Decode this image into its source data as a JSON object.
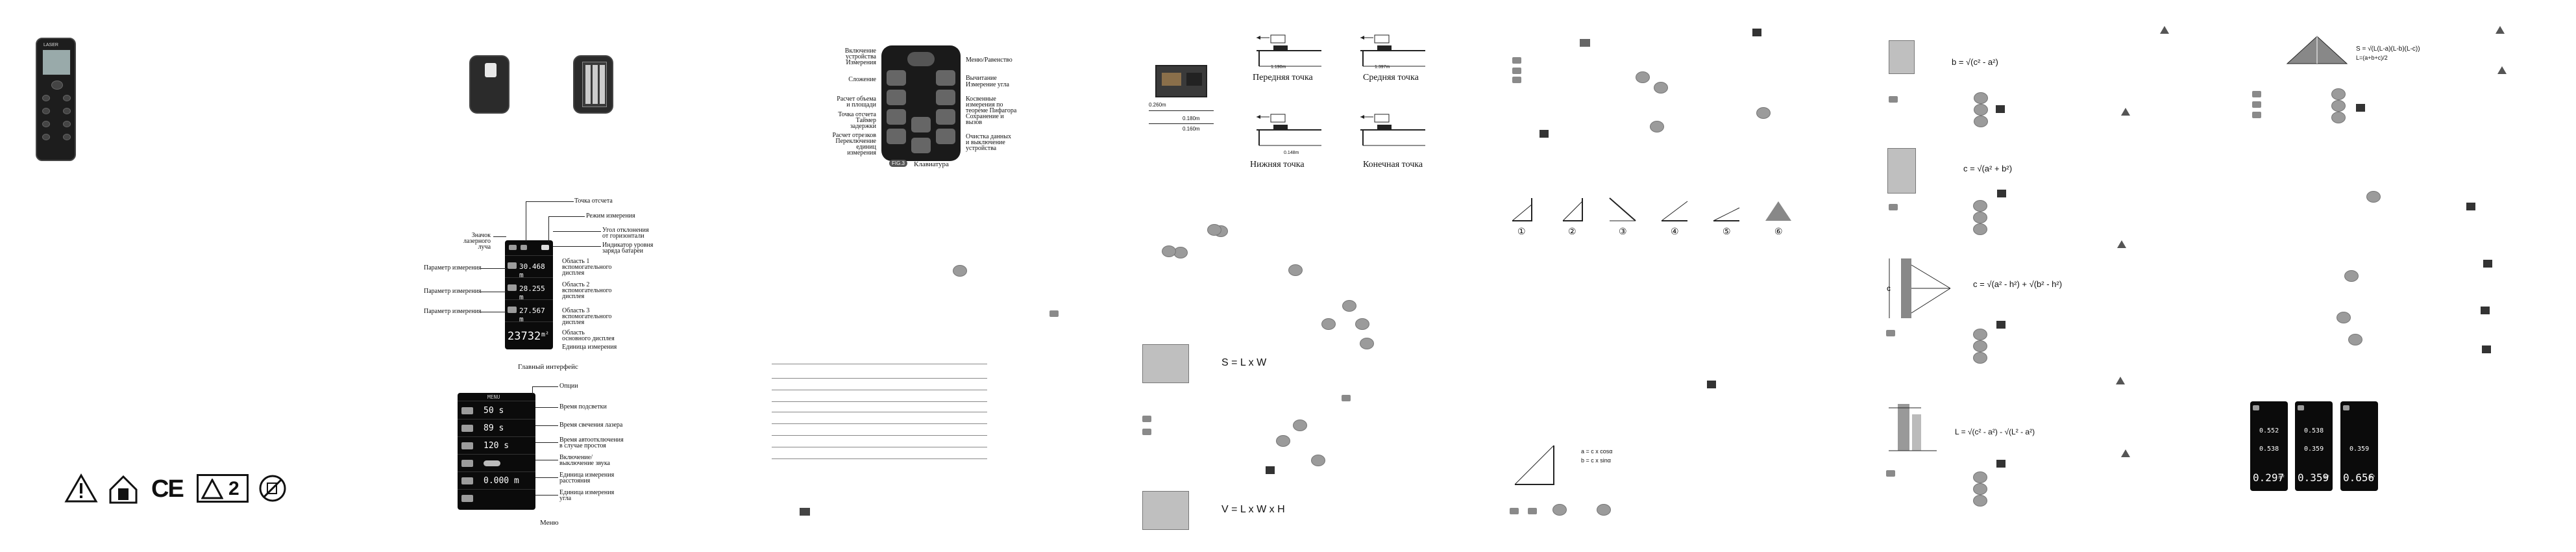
{
  "device": {
    "brand": "LASER"
  },
  "interface": {
    "labels": {
      "reference_point": "Точка отсчета",
      "measure_mode": "Режим измерения",
      "laser_icon": "Значок\nлазерного\nлуча",
      "tilt_angle": "Угол отклонения\nот горизонтали",
      "battery": "Индикатор уровня\nзаряда батареи",
      "aux_area_1": "Область 1\nвспомогательного\nдисплея",
      "aux_area_2": "Область 2\nвспомогательного\nдисплея",
      "aux_area_3": "Область 3\nвспомогательного\nдисплея",
      "main_area": "Область\nосновного дисплея",
      "unit": "Единица измерения",
      "param_1": "Параметр измерения",
      "param_2": "Параметр измерения",
      "param_3": "Параметр измерения",
      "caption": "Главный интерфейс"
    },
    "values": [
      "30.468 m",
      "28.255 m",
      "27.567 m"
    ],
    "main_value": "23732",
    "main_unit": "m²"
  },
  "menu": {
    "title": "MENU",
    "items": [
      {
        "value": "50 s",
        "label": "Время подсветки"
      },
      {
        "value": "89 s",
        "label": "Время свечения лазера"
      },
      {
        "value": "120 s",
        "label": "Время автоотключения\nв случае простоя"
      },
      {
        "value": "",
        "label": "Включение/\nвыключение звука"
      },
      {
        "value": "0.000 m",
        "label": "Единица измерения\nрасстояния"
      },
      {
        "value": "",
        "label": "Единица измерения\nугла"
      }
    ],
    "options_label": "Опции",
    "caption": "Меню"
  },
  "keypad": {
    "left_labels": [
      "Включение\nустройства\nИзмерения",
      "Сложение",
      "Расчет объема\nи площади",
      "Точка отсчета\nТаймер\nзадержки",
      "Расчет отрезков\nПереключение\nединиц\nизмерения"
    ],
    "right_labels": [
      "Меню/Равенство",
      "Вычитание\nИзмерение угла",
      "Косвенные\nизмерения по\nтеореме Пифагора\nСохранение и\nвызов",
      "Очистка данных\nи выключение\nустройства"
    ],
    "fig": "FIG.3",
    "caption": "Клавиатура"
  },
  "reference": {
    "dims": [
      "0.260m",
      "0.180m",
      "0.160m",
      "1.190m",
      "1.397m",
      "0.148m"
    ],
    "captions": [
      "Передняя точка",
      "Средняя точка",
      "Нижняя точка",
      "Конечная точка"
    ]
  },
  "angles": {
    "labels": [
      "①",
      "②",
      "③",
      "④",
      "⑤",
      "⑥"
    ]
  },
  "formulas": {
    "area": "S = L x W",
    "volume": "V = L x W x H",
    "trig_a": "a = c x cosα",
    "trig_b": "b = c x sinα",
    "pyth_1": "b = √(c² - a²)",
    "pyth_2": "c = √(a² + b²)",
    "pyth_3": "c = √(a² - h²) + √(b² - h²)",
    "pyth_4": "L = √(c² - a²) - √(L² - a²)",
    "heron": "S = √(L(L-a)(L-b)(L-c))",
    "heron_l": "L=(a+b+c)/2"
  },
  "screens": [
    {
      "v1": "0.552",
      "v2": "0.538",
      "main": "0.297",
      "unit": "m²"
    },
    {
      "v1": "0.538",
      "v2": "0.359",
      "main": "0.359",
      "unit": "m²"
    },
    {
      "v1": "",
      "v2": "0.359",
      "main": "0.656",
      "unit": "m³"
    }
  ],
  "compliance": {
    "ce": "CE",
    "class": "2"
  }
}
